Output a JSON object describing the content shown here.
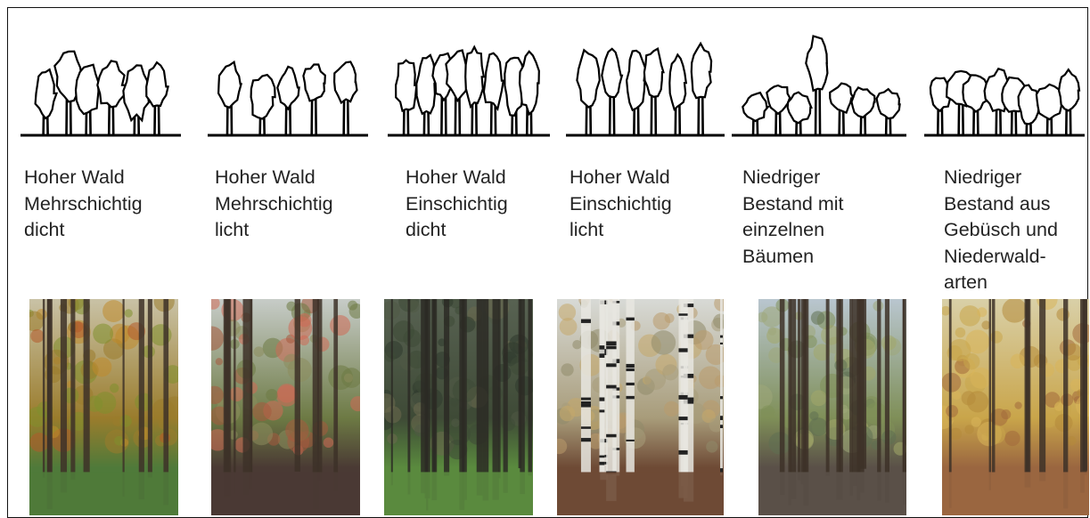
{
  "columns": [
    {
      "id": "hoher-wald-mehrschichtig-dicht",
      "label_lines": [
        "Hoher Wald",
        "Mehrschichtig",
        "dicht"
      ],
      "photo_icon": "forest-photo",
      "sky": "#c9c2a6",
      "canopy": [
        "#9a7c2c",
        "#c08a2c",
        "#7f8f2e",
        "#b25a2a"
      ],
      "ground": "#4f7a3a"
    },
    {
      "id": "hoher-wald-mehrschichtig-licht",
      "label_lines": [
        "Hoher Wald",
        "Mehrschichtig",
        "licht"
      ],
      "photo_icon": "forest-path-photo",
      "sky": "#c7ccc8",
      "canopy": [
        "#6d7a44",
        "#a55a3e",
        "#d06a55",
        "#8c8d5c"
      ],
      "ground": "#4a3a34"
    },
    {
      "id": "hoher-wald-einschichtig-dicht",
      "label_lines": [
        "Hoher Wald",
        "Einschichtig",
        "dicht"
      ],
      "photo_icon": "dense-forest-photo",
      "sky": "#586252",
      "canopy": [
        "#3e4a36",
        "#515a45",
        "#2f3a2e",
        "#6b6a4e"
      ],
      "ground": "#5a8a3e"
    },
    {
      "id": "hoher-wald-einschichtig-licht",
      "label_lines": [
        "Hoher Wald",
        "Einschichtig",
        "licht"
      ],
      "photo_icon": "birch-forest-photo",
      "sky": "#d8dad6",
      "canopy": [
        "#a89c7a",
        "#c4a86a",
        "#8f8a6a",
        "#b99b6c"
      ],
      "ground": "#6e4a35"
    },
    {
      "id": "niedriger-bestand-mit-einzelnen-baeumen",
      "label_lines": [
        "Niedriger",
        "Bestand mit",
        "einzelnen",
        "Bäumen"
      ],
      "photo_icon": "young-stand-photo",
      "sky": "#b9c6cf",
      "canopy": [
        "#7f8f58",
        "#a3a86a",
        "#5f6f52",
        "#9fa77a"
      ],
      "ground": "#5a5048"
    },
    {
      "id": "niedriger-bestand-aus-gebuesch-und-niederwaldarten",
      "label_lines": [
        "Niedriger",
        "Bestand aus",
        "Gebüsch und",
        "Niederwald-",
        "arten"
      ],
      "photo_icon": "coppice-forest-photo",
      "sky": "#d9d0a8",
      "canopy": [
        "#c9a54a",
        "#b58a3a",
        "#a36a3c",
        "#d8b45a"
      ],
      "ground": "#9a6640"
    }
  ]
}
